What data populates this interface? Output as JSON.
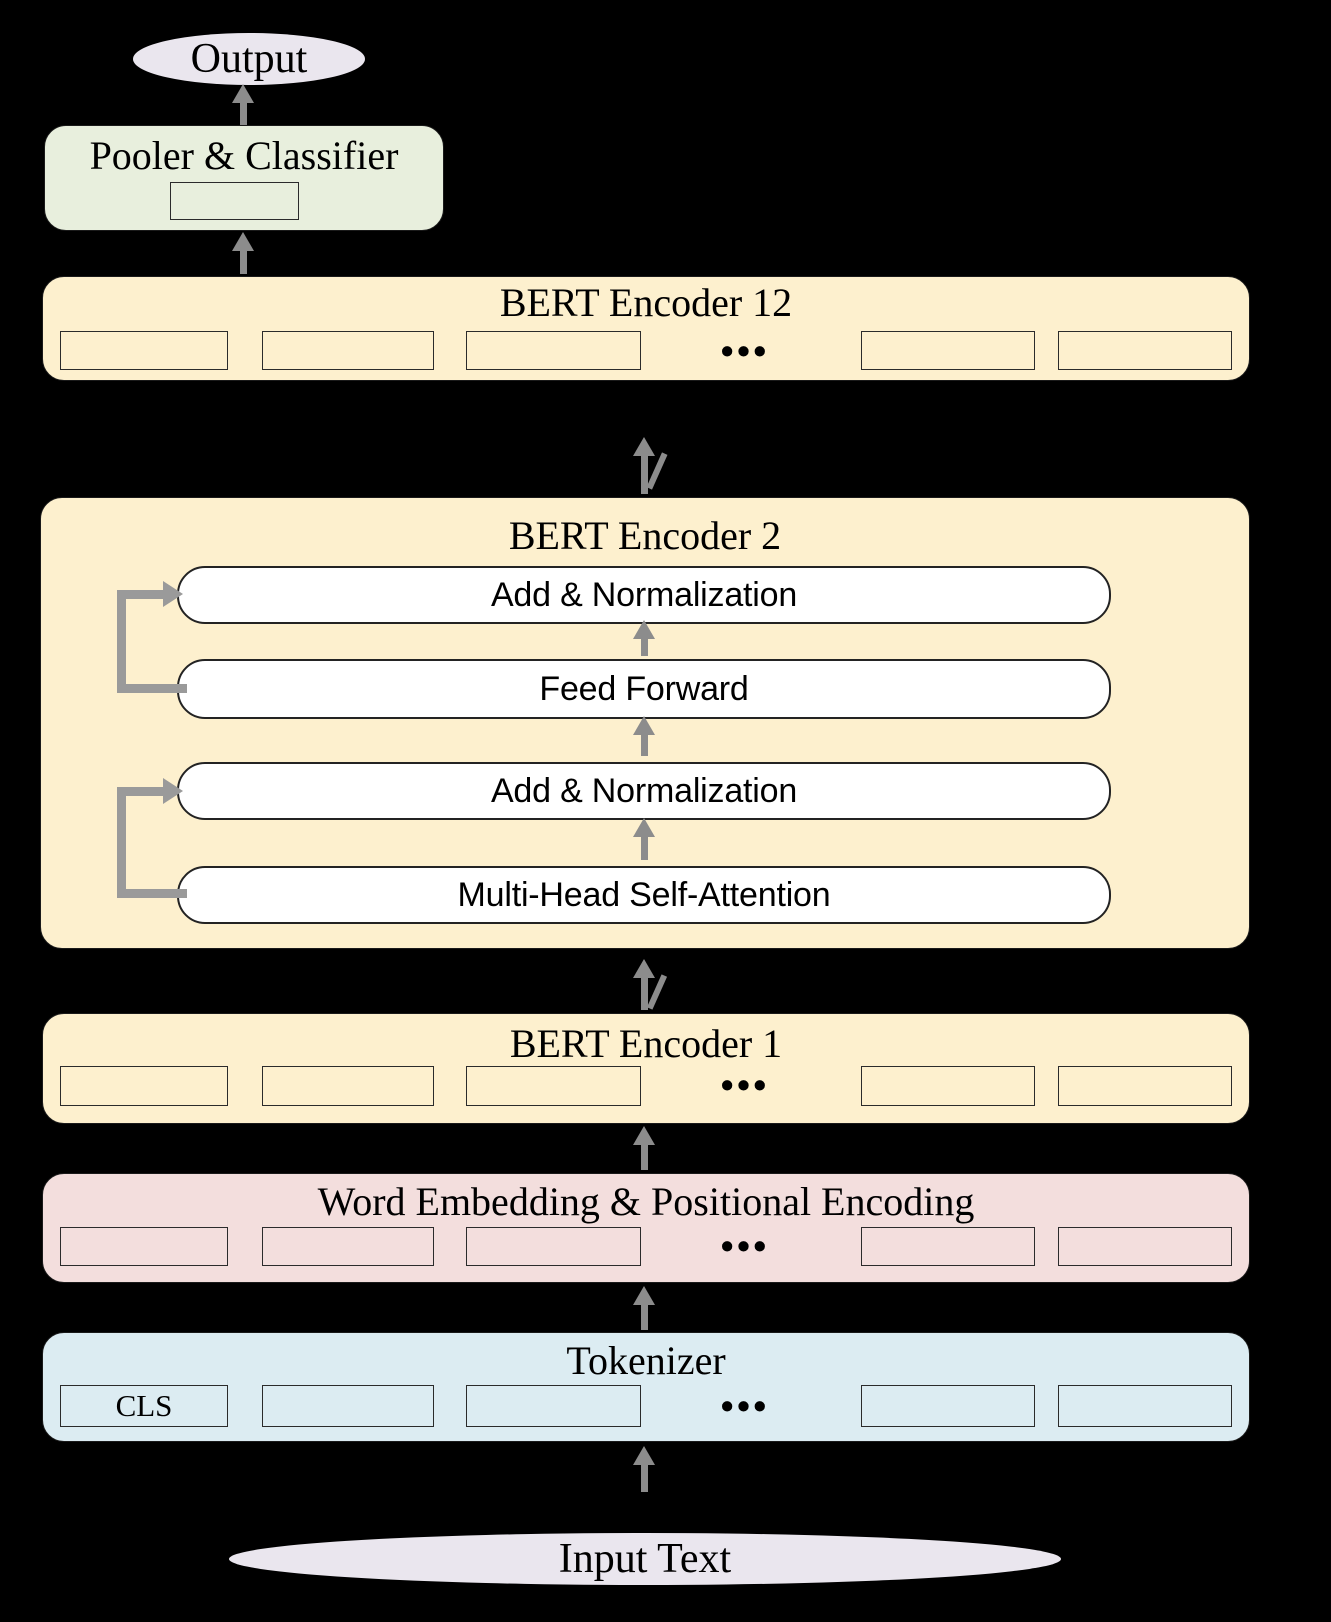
{
  "diagram": {
    "title": "BERT architecture pipeline",
    "background_color": "#000000",
    "colors": {
      "encoder_fill": "#FDF0CE",
      "embedding_fill": "#F3DEDD",
      "tokenizer_fill": "#DCECF2",
      "pooler_fill": "#E8EFDD",
      "terminal_fill": "#EAE6EE",
      "sublayer_fill": "#FFFFFF",
      "arrow_gray": "#8C8C8C",
      "residual_gray": "#9A9A9A",
      "outline": "#1A1A1A"
    },
    "ellipsis_glyph": "•••"
  },
  "output_node": {
    "label": "Output"
  },
  "pooler": {
    "title": "Pooler & Classifier"
  },
  "encoder12": {
    "title": "BERT Encoder 12",
    "cells": [
      "",
      "",
      "",
      "",
      ""
    ]
  },
  "encoder2": {
    "title": "BERT Encoder 2",
    "sublayers": [
      {
        "label": "Add & Normalization"
      },
      {
        "label": "Feed Forward"
      },
      {
        "label": "Add & Normalization"
      },
      {
        "label": "Multi-Head Self-Attention"
      }
    ]
  },
  "encoder1": {
    "title": "BERT Encoder 1",
    "cells": [
      "",
      "",
      "",
      "",
      ""
    ]
  },
  "embedding": {
    "title": "Word Embedding & Positional Encoding",
    "cells": [
      "",
      "",
      "",
      "",
      ""
    ]
  },
  "tokenizer": {
    "title": "Tokenizer",
    "cells": [
      "CLS",
      "",
      "",
      "",
      ""
    ]
  },
  "input_node": {
    "label": "Input Text"
  }
}
